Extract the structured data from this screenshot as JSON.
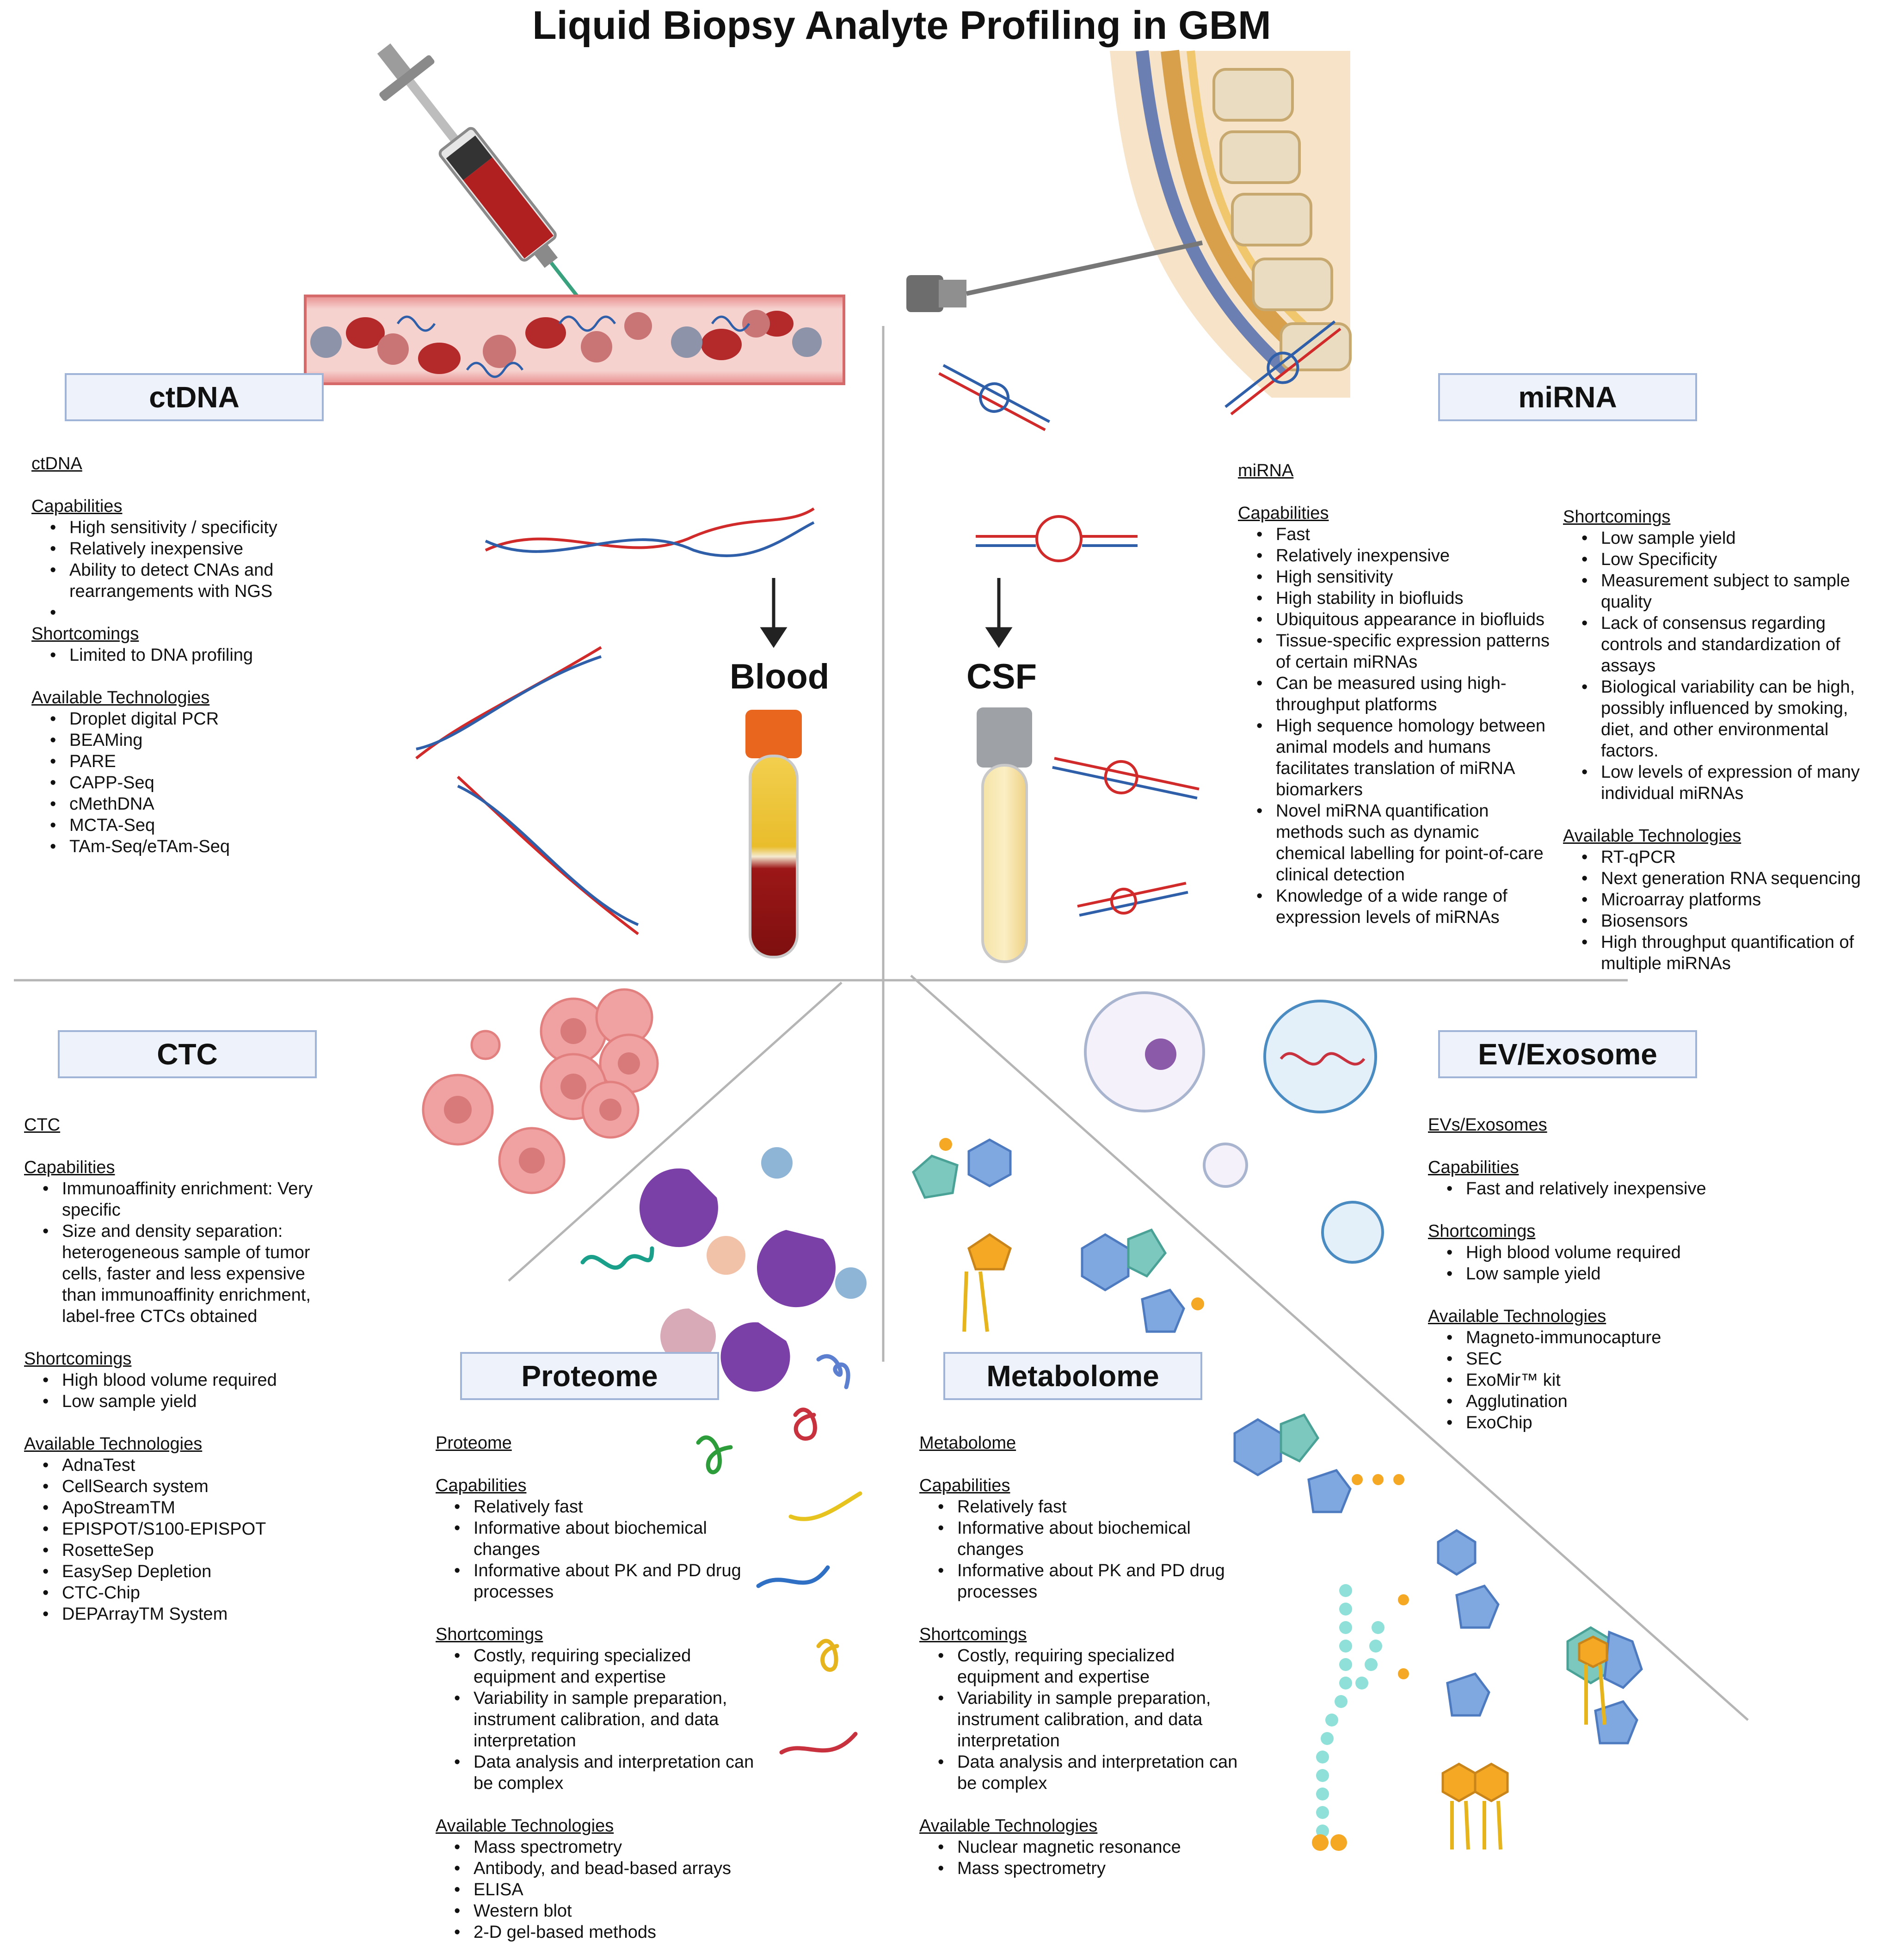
{
  "title": "Liquid Biopsy Analyte Profiling in GBM",
  "sample_labels": {
    "blood": "Blood",
    "csf": "CSF"
  },
  "boxes": {
    "ctdna": "ctDNA",
    "mirna": "miRNA",
    "ctc": "CTC",
    "ev": "EV/Exosome",
    "proteome": "Proteome",
    "metabolome": "Metabolome"
  },
  "ctdna": {
    "heading": "ctDNA",
    "capabilities_label": "Capabilities",
    "capabilities": [
      "High sensitivity / specificity",
      "Relatively inexpensive",
      "Ability to detect CNAs and rearrangements with NGS",
      ""
    ],
    "shortcomings_label": "Shortcomings",
    "shortcomings": [
      "Limited to DNA profiling"
    ],
    "technologies_label": "Available Technologies",
    "technologies": [
      "Droplet digital PCR",
      "BEAMing",
      "PARE",
      "CAPP-Seq",
      "cMethDNA",
      "MCTA-Seq",
      "TAm-Seq/eTAm-Seq"
    ]
  },
  "mirna": {
    "heading": "miRNA",
    "capabilities_label": "Capabilities",
    "capabilities": [
      "Fast",
      "Relatively inexpensive",
      "High sensitivity",
      "High stability in biofluids",
      "Ubiquitous appearance in biofluids",
      "Tissue-specific expression patterns of certain miRNAs",
      "Can be measured using high-throughput platforms",
      "High sequence homology between animal models and humans facilitates translation of miRNA biomarkers",
      "Novel miRNA quantification methods such as dynamic chemical labelling for point-of-care clinical detection",
      "Knowledge of a wide range of expression levels of miRNAs"
    ],
    "shortcomings_label": "Shortcomings",
    "shortcomings": [
      "Low sample yield",
      "Low Specificity",
      "Measurement subject to sample quality",
      "Lack of consensus regarding controls and standardization of assays",
      "Biological variability can be high, possibly influenced by smoking, diet, and other environmental factors.",
      "Low levels of expression of many individual miRNAs"
    ],
    "technologies_label": "Available Technologies",
    "technologies": [
      "RT-qPCR",
      "Next generation RNA sequencing",
      "Microarray platforms",
      "Biosensors",
      "High throughput quantification of multiple miRNAs"
    ]
  },
  "ctc": {
    "heading": "CTC",
    "capabilities_label": "Capabilities",
    "capabilities": [
      "Immunoaffinity enrichment: Very specific",
      "Size and density separation: heterogeneous sample of tumor cells, faster and less expensive than immunoaffinity enrichment, label-free CTCs obtained"
    ],
    "shortcomings_label": "Shortcomings",
    "shortcomings": [
      "High blood volume required",
      "Low sample yield"
    ],
    "technologies_label": "Available Technologies",
    "technologies": [
      "AdnaTest",
      "CellSearch system",
      "ApoStreamTM",
      "EPISPOT/S100-EPISPOT",
      "RosetteSep",
      "EasySep Depletion",
      "CTC-Chip",
      "DEPArrayTM System"
    ]
  },
  "ev": {
    "heading": "EVs/Exosomes",
    "capabilities_label": "Capabilities",
    "capabilities": [
      "Fast and relatively inexpensive"
    ],
    "shortcomings_label": "Shortcomings",
    "shortcomings": [
      "High blood volume required",
      "Low sample yield"
    ],
    "technologies_label": "Available Technologies",
    "technologies": [
      "Magneto-immunocapture",
      "SEC",
      "ExoMir™ kit",
      "Agglutination",
      "ExoChip"
    ]
  },
  "proteome": {
    "heading": "Proteome",
    "capabilities_label": "Capabilities",
    "capabilities": [
      "Relatively fast",
      "Informative about biochemical changes",
      "Informative about PK and PD drug processes"
    ],
    "shortcomings_label": "Shortcomings",
    "shortcomings": [
      "Costly, requiring specialized equipment and expertise",
      "Variability in sample preparation, instrument calibration, and data interpretation",
      "Data analysis and interpretation can be complex"
    ],
    "technologies_label": "Available Technologies",
    "technologies": [
      "Mass spectrometry",
      "Antibody, and bead-based arrays",
      "ELISA",
      "Western blot",
      "2-D gel-based methods"
    ]
  },
  "metabolome": {
    "heading": "Metabolome",
    "capabilities_label": "Capabilities",
    "capabilities": [
      "Relatively fast",
      "Informative about biochemical changes",
      "Informative about PK and PD drug processes"
    ],
    "shortcomings_label": "Shortcomings",
    "shortcomings": [
      "Costly, requiring specialized equipment and expertise",
      "Variability in sample preparation, instrument calibration, and data interpretation",
      "Data analysis and interpretation can be complex"
    ],
    "technologies_label": "Available Technologies",
    "technologies": [
      "Nuclear magnetic resonance",
      "Mass spectrometry"
    ]
  },
  "colors": {
    "box_fill": "#eef3fb",
    "box_border": "#9fb4d6",
    "divider": "#b5b5b5",
    "dna_red": "#d02a2a",
    "dna_blue": "#2f5fa8",
    "blood": "#a61c1c",
    "csf": "#f3d36b",
    "pac_purple": "#7b3fa8",
    "pentagon_teal": "#7cc7be",
    "pentagon_blue": "#7fa7e0",
    "lipid_orange": "#f4a823"
  }
}
